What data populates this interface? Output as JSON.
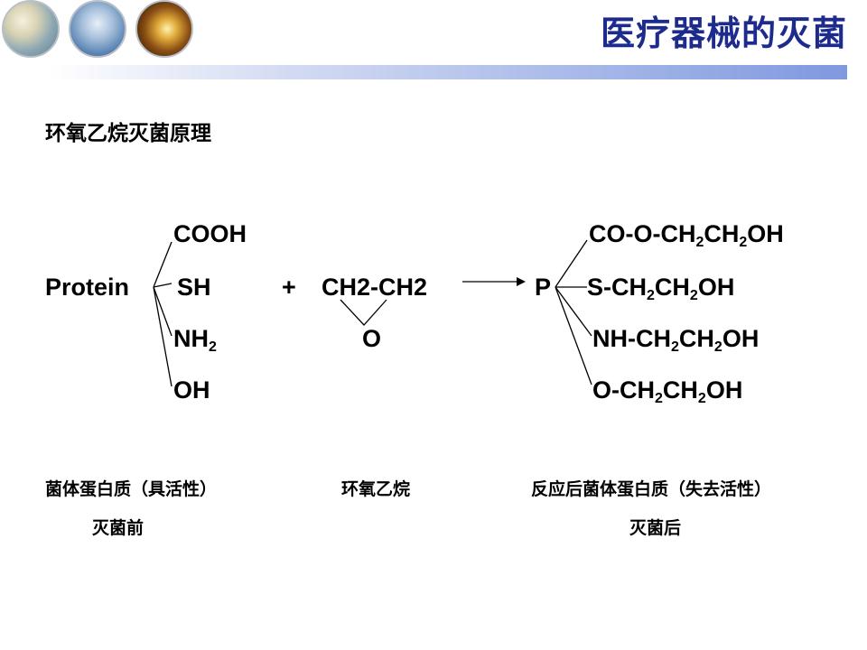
{
  "header": {
    "title": "医疗器械的灭菌",
    "images": [
      "medical-image-1",
      "medical-image-2",
      "medical-image-3"
    ]
  },
  "subtitle": "环氧乙烷灭菌原理",
  "reaction": {
    "protein_label": "Protein",
    "reactant_groups": [
      "COOH",
      "SH",
      "OH"
    ],
    "nh2_base": "NH",
    "nh2_sub": "2",
    "plus": "+",
    "eo_formula": "CH2-CH2",
    "eo_oxygen": "O",
    "product_label": "P",
    "product_groups": [
      {
        "a": "CO-O-CH",
        "s1": "2",
        "b": "CH",
        "s2": "2",
        "c": "OH"
      },
      {
        "a": "S-CH",
        "s1": "2",
        "b": "CH",
        "s2": "2",
        "c": "OH"
      },
      {
        "a": "NH-CH",
        "s1": "2",
        "b": "CH",
        "s2": "2",
        "c": "OH"
      },
      {
        "a": "O-CH",
        "s1": "2",
        "b": "CH",
        "s2": "2",
        "c": "OH"
      }
    ]
  },
  "captions": {
    "reactant": "菌体蛋白质（具活性）",
    "reactant_sub": "灭菌前",
    "reagent": "环氧乙烷",
    "product": "反应后菌体蛋白质（失去活性）",
    "product_sub": "灭菌后"
  }
}
